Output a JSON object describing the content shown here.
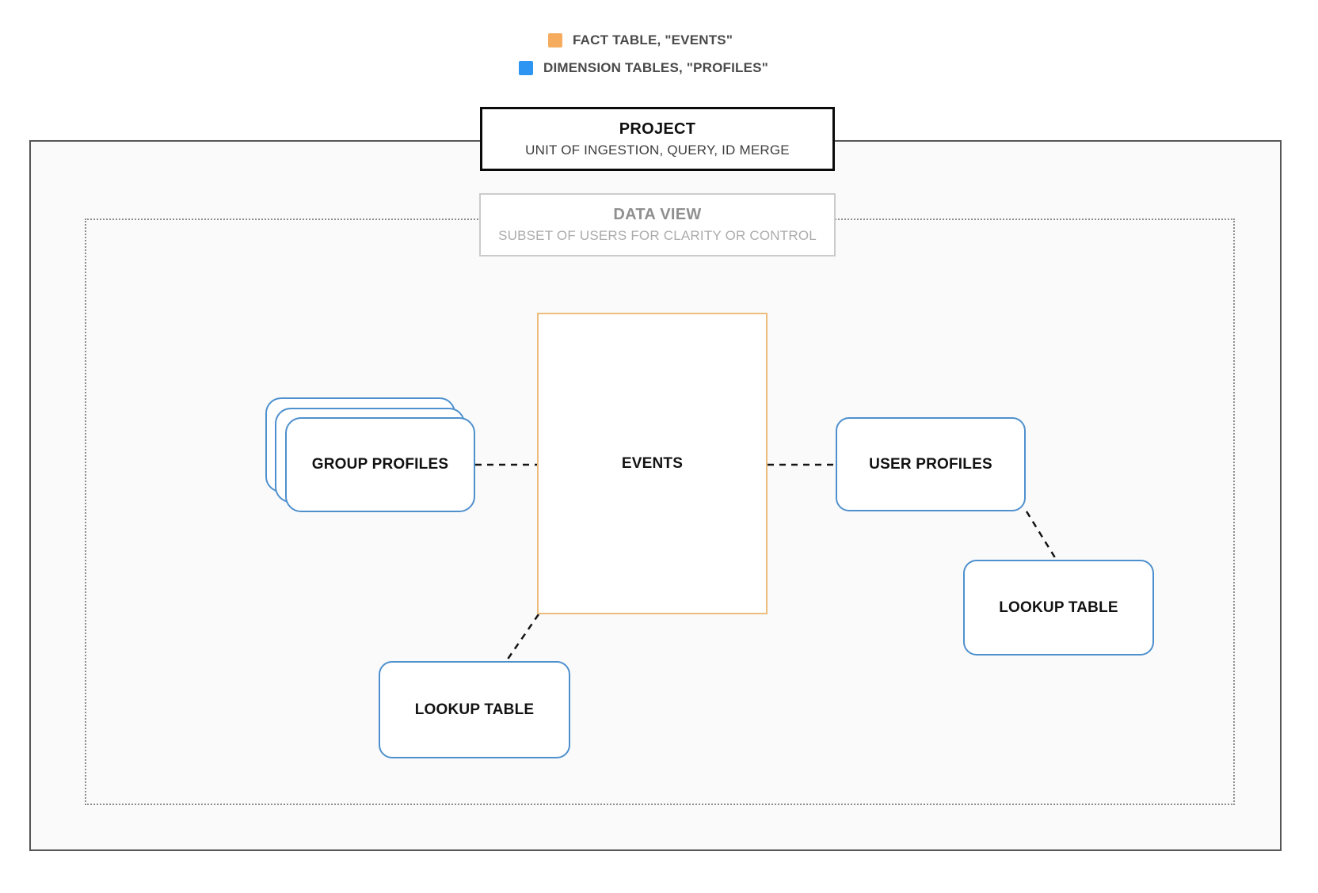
{
  "legend": {
    "items": [
      {
        "id": "fact-table",
        "label": "FACT TABLE, \"EVENTS\"",
        "color": "#F5AC5E"
      },
      {
        "id": "dimension-tables",
        "label": "DIMENSION TABLES, \"PROFILES\"",
        "color": "#2E96F2"
      }
    ]
  },
  "project": {
    "title": "PROJECT",
    "subtitle": "UNIT OF INGESTION, QUERY, ID MERGE"
  },
  "data_view": {
    "title": "DATA VIEW",
    "subtitle": "SUBSET OF USERS FOR CLARITY OR CONTROL"
  },
  "nodes": {
    "events": {
      "label": "EVENTS",
      "border_color": "#EDBD7B"
    },
    "group_profiles": {
      "label": "GROUP PROFILES",
      "border_color": "#4E90CE"
    },
    "user_profiles": {
      "label": "USER PROFILES",
      "border_color": "#4E90CE"
    },
    "lookup_table_right": {
      "label": "LOOKUP TABLE",
      "border_color": "#4E90CE"
    },
    "lookup_table_bottom": {
      "label": "LOOKUP TABLE",
      "border_color": "#4E90CE"
    }
  },
  "edges": [
    {
      "from": "group_profiles",
      "to": "events",
      "style": "dashed"
    },
    {
      "from": "events",
      "to": "user_profiles",
      "style": "dashed"
    },
    {
      "from": "user_profiles",
      "to": "lookup_table_right",
      "style": "dashed"
    },
    {
      "from": "events",
      "to": "lookup_table_bottom",
      "style": "dashed"
    }
  ],
  "colors": {
    "fact_accent": "#F5AC5E",
    "dimension_accent": "#2E96F2",
    "events_border": "#EDBD7B",
    "profiles_border": "#4E90CE",
    "connector": "#141414",
    "outer_border": "#565656",
    "dotted_border": "#8E8E8E",
    "inner_background": "#FAFAFA"
  }
}
